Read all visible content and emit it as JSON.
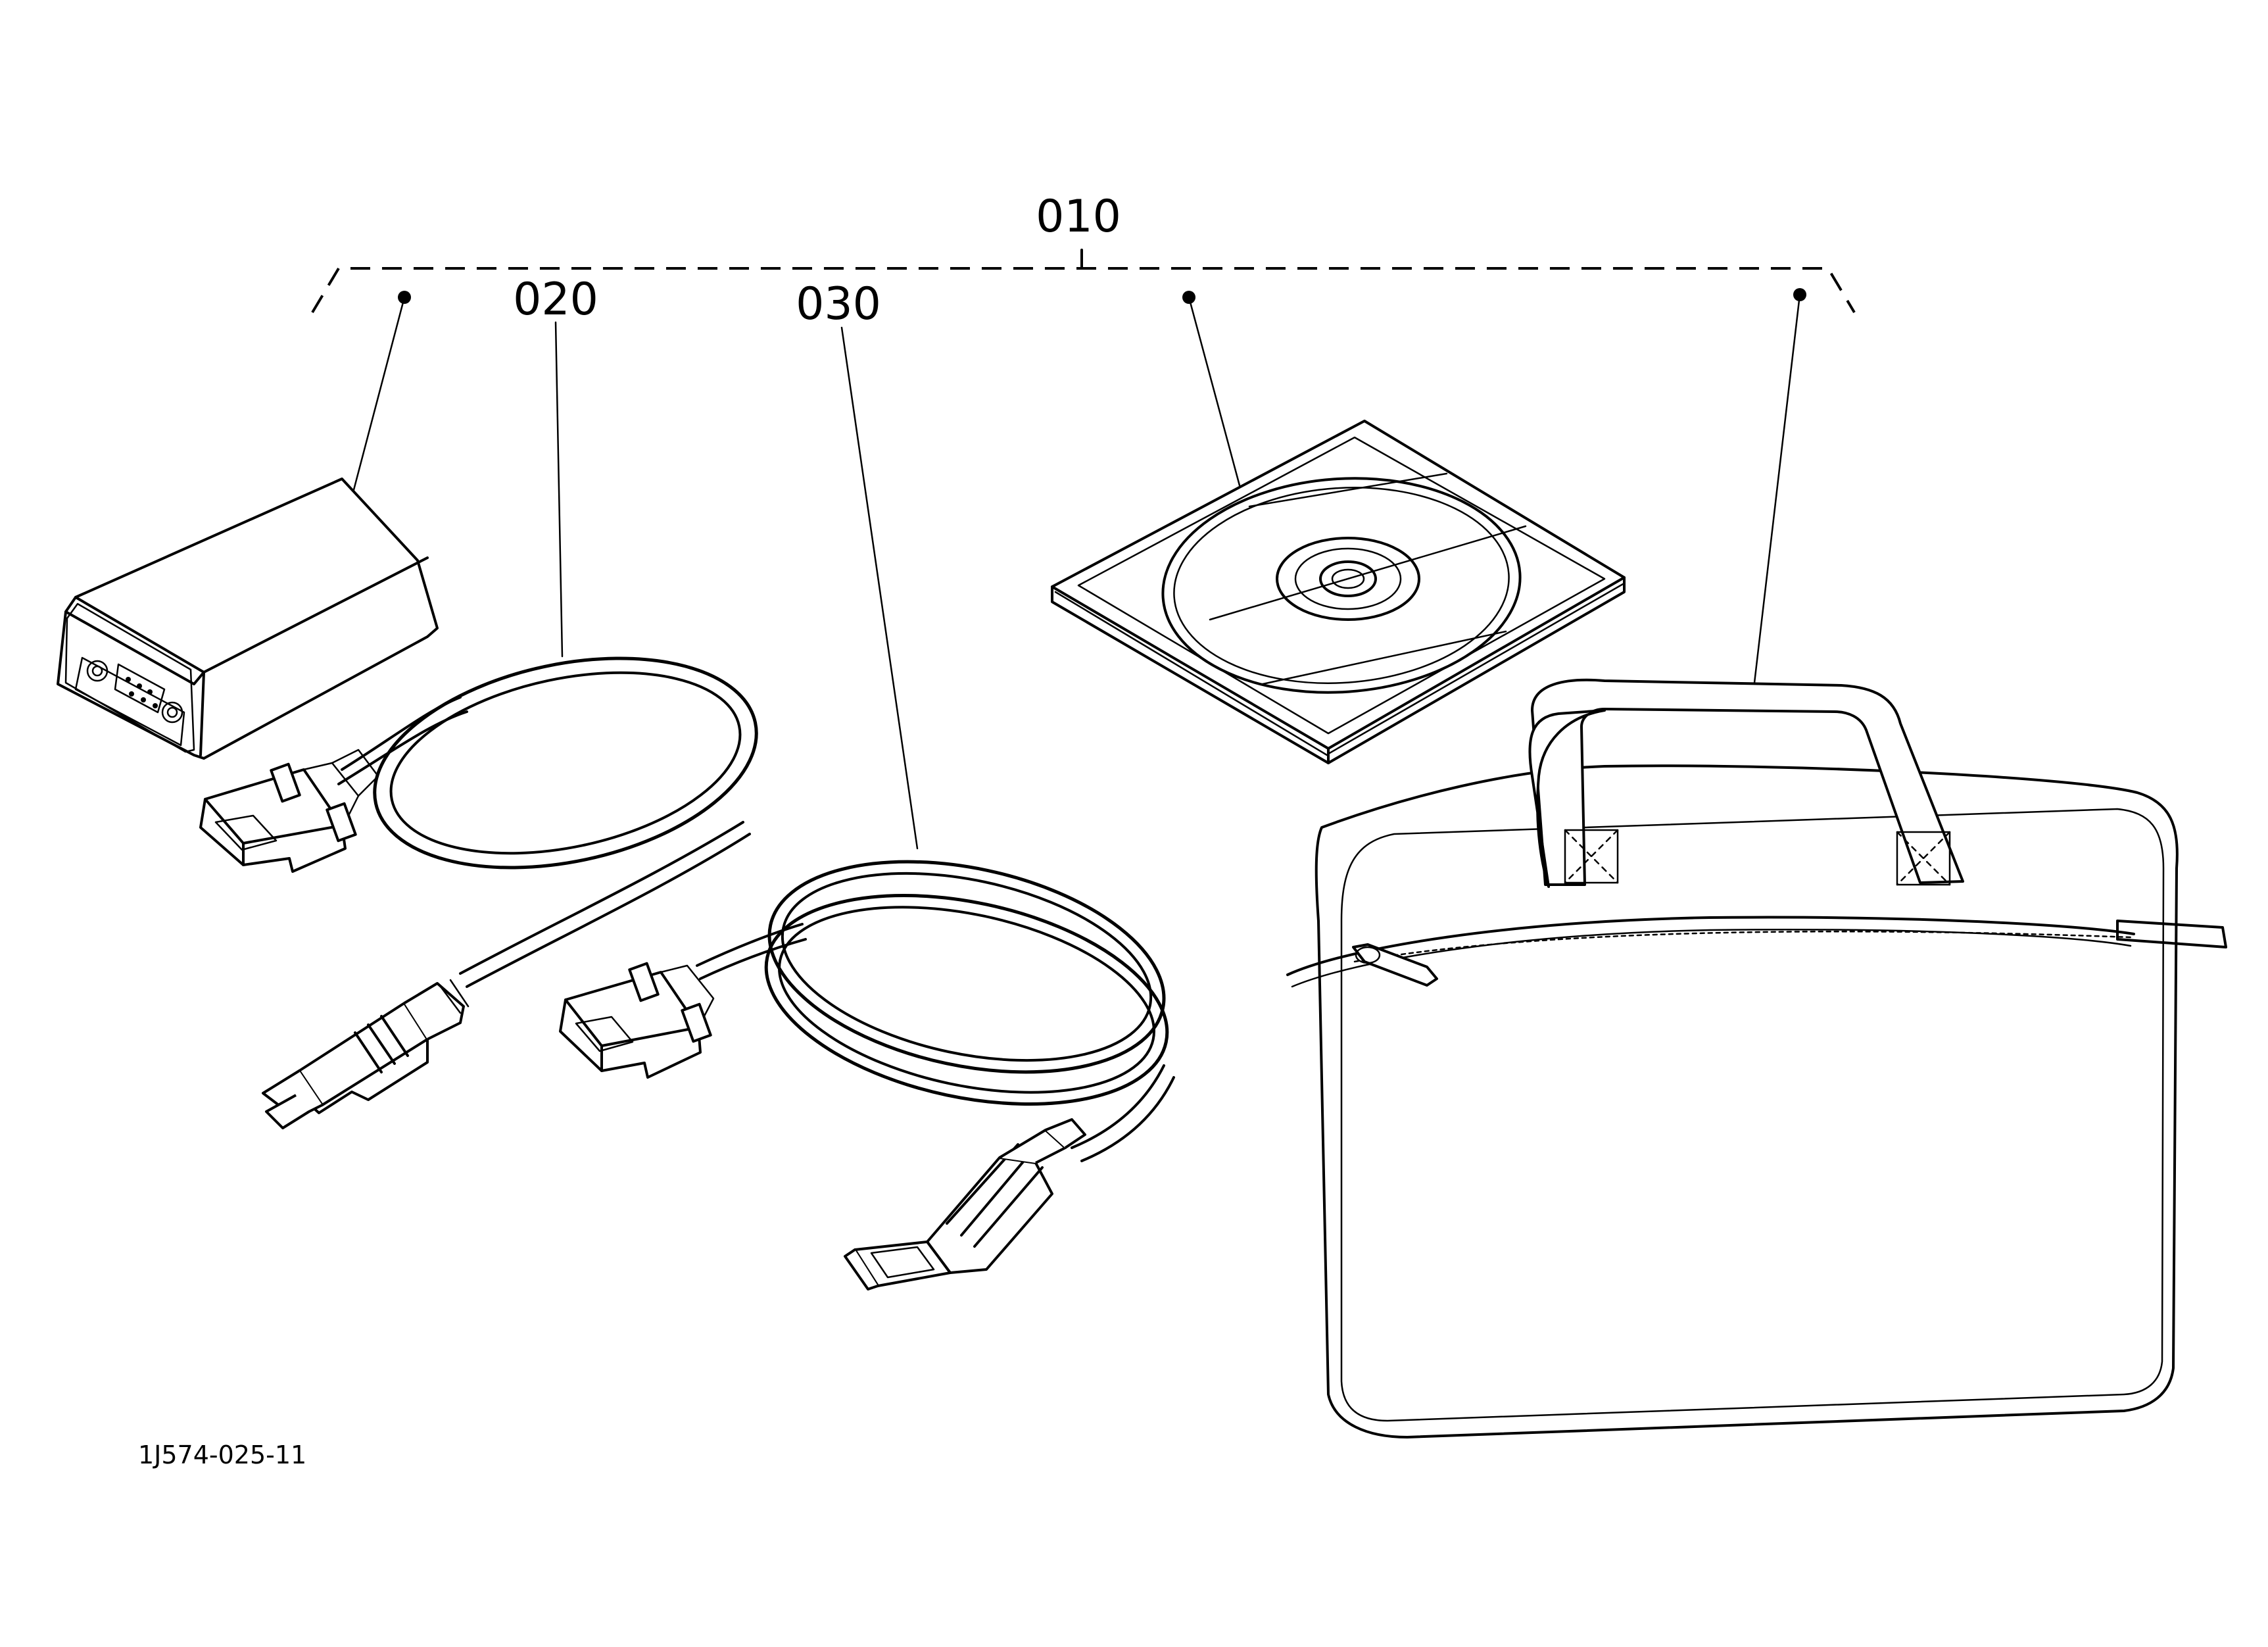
{
  "callouts": {
    "kit": "010",
    "usb_serial_cable": "020",
    "usb_cable": "030"
  },
  "figure_number": "1J574-025-11",
  "icons": {
    "interface_box": "interface-box-icon",
    "serial_usb_cable": "serial-usb-cable-icon",
    "usb_cable": "usb-cable-icon",
    "cd": "cd-icon",
    "carry_bag": "carry-bag-icon"
  }
}
